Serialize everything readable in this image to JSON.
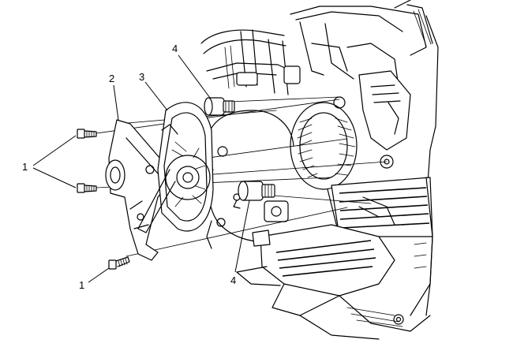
{
  "callouts": {
    "screw_group": "1",
    "screw_single": "1",
    "bracket": "2",
    "gear_plate": "3",
    "actuator_top": "4",
    "actuator_bottom": "4"
  }
}
